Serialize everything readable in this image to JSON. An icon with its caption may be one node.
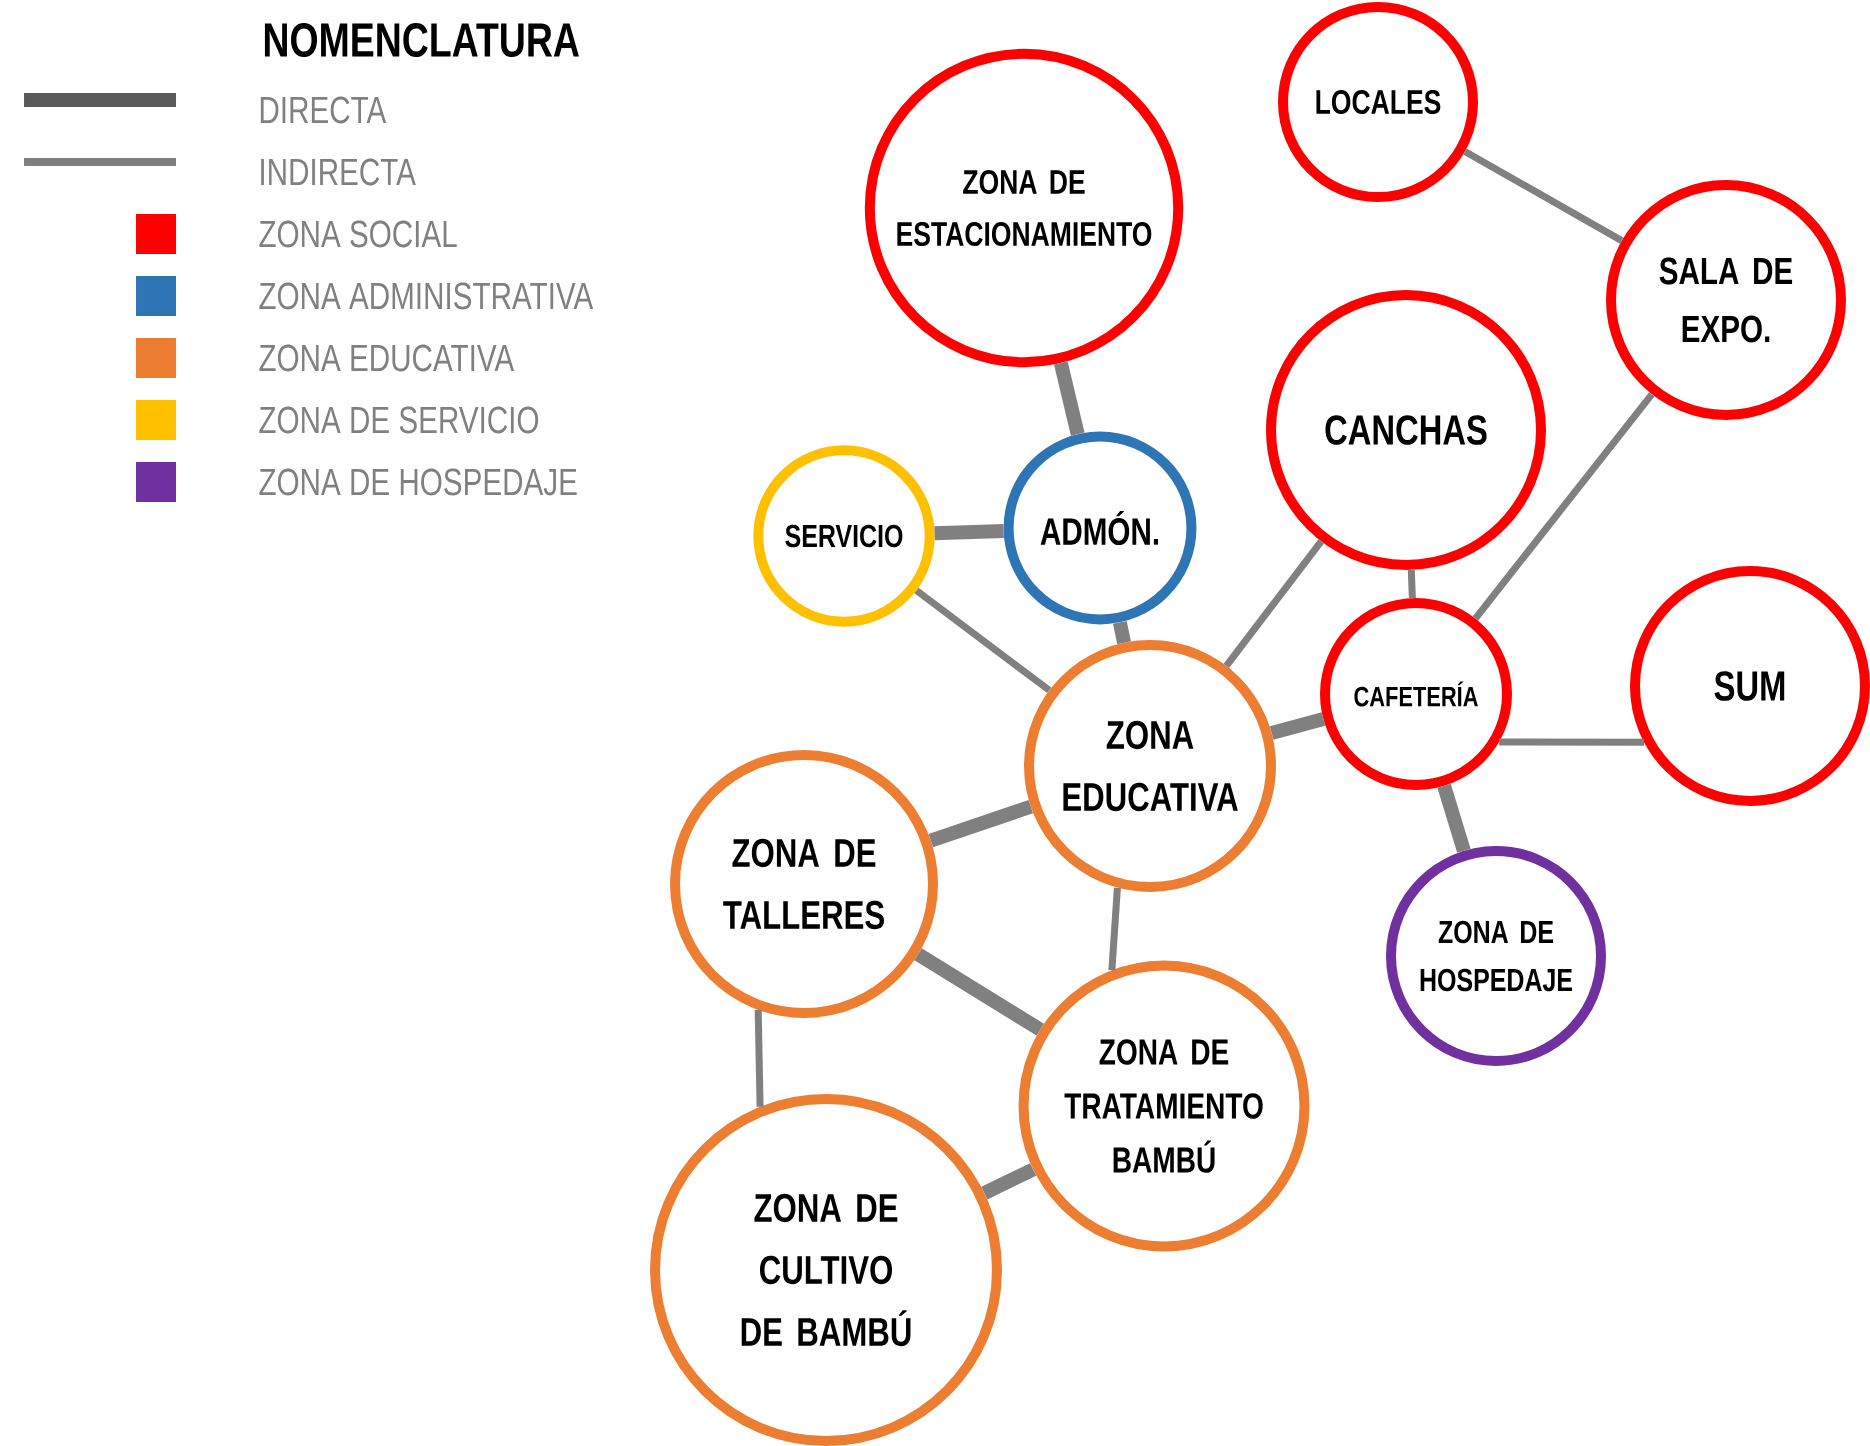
{
  "diagram": {
    "nodes": [
      {
        "text": [
          "ZONA DE ESTACIONAMIENTO"
        ]
      },
      {
        "text": [
          "LOCALES"
        ]
      },
      {
        "text": [
          "SALA DE EXPO."
        ]
      },
      {
        "text": [
          "CANCHAS"
        ]
      },
      {
        "text": [
          "SERVICIO"
        ]
      },
      {
        "text": [
          "ADMÓN."
        ]
      },
      {
        "text": [
          "CAFETERÍA"
        ]
      },
      {
        "text": [
          "SUM"
        ]
      },
      {
        "text": [
          "ZONA EDUCATIVA"
        ]
      },
      {
        "text": [
          "ZONA DE HOSPEDAJE"
        ]
      },
      {
        "text": [
          "ZONA DE TALLERES"
        ]
      },
      {
        "text": [
          "ZONA DE TRATAMIENTO BAMBÚ"
        ]
      },
      {
        "text": [
          "ZONA DE CULTIVO DE BAMBÚ"
        ]
      }
    ],
    "edges": [
      {
        "from": 0,
        "to": 5,
        "arrow": "none",
        "style": "thick"
      },
      {
        "from": 4,
        "to": 5,
        "arrow": "none",
        "style": "thick"
      },
      {
        "from": 1,
        "to": 2,
        "arrow": "none"
      },
      {
        "from": 2,
        "to": 6,
        "arrow": "none"
      },
      {
        "from": 3,
        "to": 8,
        "arrow": "none"
      },
      {
        "from": 3,
        "to": 6,
        "arrow": "none"
      },
      {
        "from": 6,
        "to": 7,
        "arrow": "none"
      },
      {
        "from": 6,
        "to": 9,
        "arrow": "none",
        "style": "thick"
      },
      {
        "from": 8,
        "to": 6,
        "arrow": "none",
        "style": "thick"
      },
      {
        "from": 4,
        "to": 8,
        "arrow": "none"
      },
      {
        "from": 5,
        "to": 8,
        "arrow": "none",
        "style": "thick"
      },
      {
        "from": 8,
        "to": 10,
        "arrow": "none",
        "style": "thick"
      },
      {
        "from": 8,
        "to": 11,
        "arrow": "none"
      },
      {
        "from": 10,
        "to": 11,
        "arrow": "none",
        "style": "thick"
      },
      {
        "from": 10,
        "to": 12,
        "arrow": "none"
      },
      {
        "from": 11,
        "to": 12,
        "arrow": "none",
        "style": "thick"
      }
    ],
    "labels": [
      "NOMENCLATURA"
    ],
    "legend": [
      {
        "text": "DIRECTA"
      },
      {
        "text": "INDIRECTA"
      },
      {
        "text": "ZONA SOCIAL",
        "color": "#ff0000"
      },
      {
        "text": "ZONA ADMINISTRATIVA",
        "color": "#2e75b6"
      },
      {
        "text": "ZONA EDUCATIVA",
        "color": "#ed7d31"
      },
      {
        "text": "ZONA DE SERVICIO",
        "color": "#ffc000"
      },
      {
        "text": "ZONA DE HOSPEDAJE",
        "color": "#7030a0"
      }
    ]
  }
}
